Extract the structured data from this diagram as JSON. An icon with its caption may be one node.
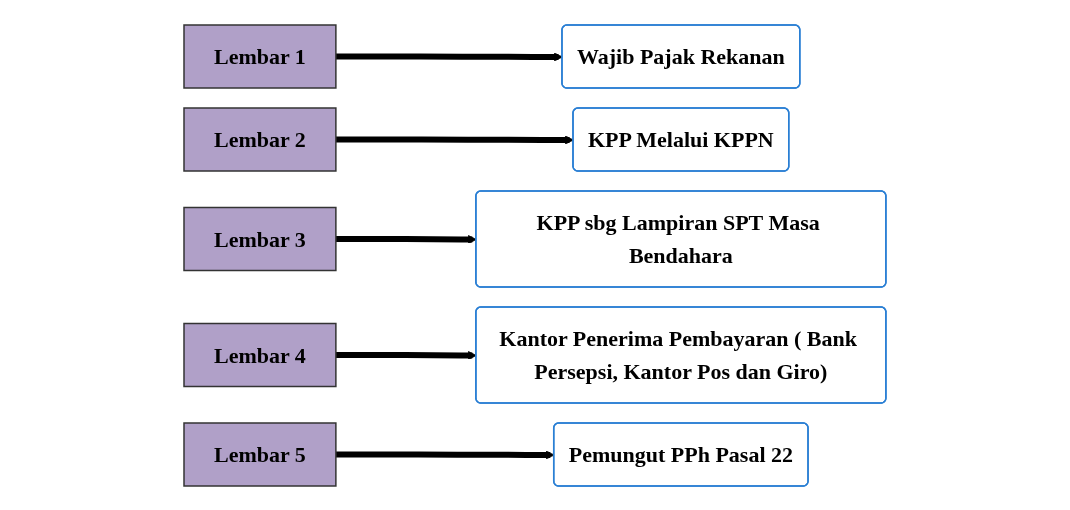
{
  "diagram": {
    "nodes": [
      {
        "text": [
          "Lembar 1"
        ]
      },
      {
        "text": [
          "Lembar 2"
        ]
      },
      {
        "text": [
          "Lembar 3"
        ]
      },
      {
        "text": [
          "Lembar 4"
        ]
      },
      {
        "text": [
          "Lembar 5"
        ]
      },
      {
        "text": [
          "Wajib Pajak Rekanan"
        ]
      },
      {
        "text": [
          "KPP Melalui KPPN"
        ]
      },
      {
        "text": [
          "KPP sbg Lampiran SPT Masa Bendahara"
        ]
      },
      {
        "text": [
          "Kantor Penerima Pembayaran ( Bank Persepsi, Kantor Pos dan Giro)"
        ]
      },
      {
        "text": [
          "Pemungut PPh Pasal 22"
        ]
      }
    ],
    "edges": [
      {
        "from": 0,
        "to": 5,
        "arrow": "to"
      },
      {
        "from": 1,
        "to": 6,
        "arrow": "to"
      },
      {
        "from": 2,
        "to": 7,
        "arrow": "to"
      },
      {
        "from": 3,
        "to": 8,
        "arrow": "to"
      },
      {
        "from": 4,
        "to": 9,
        "arrow": "to"
      }
    ]
  }
}
